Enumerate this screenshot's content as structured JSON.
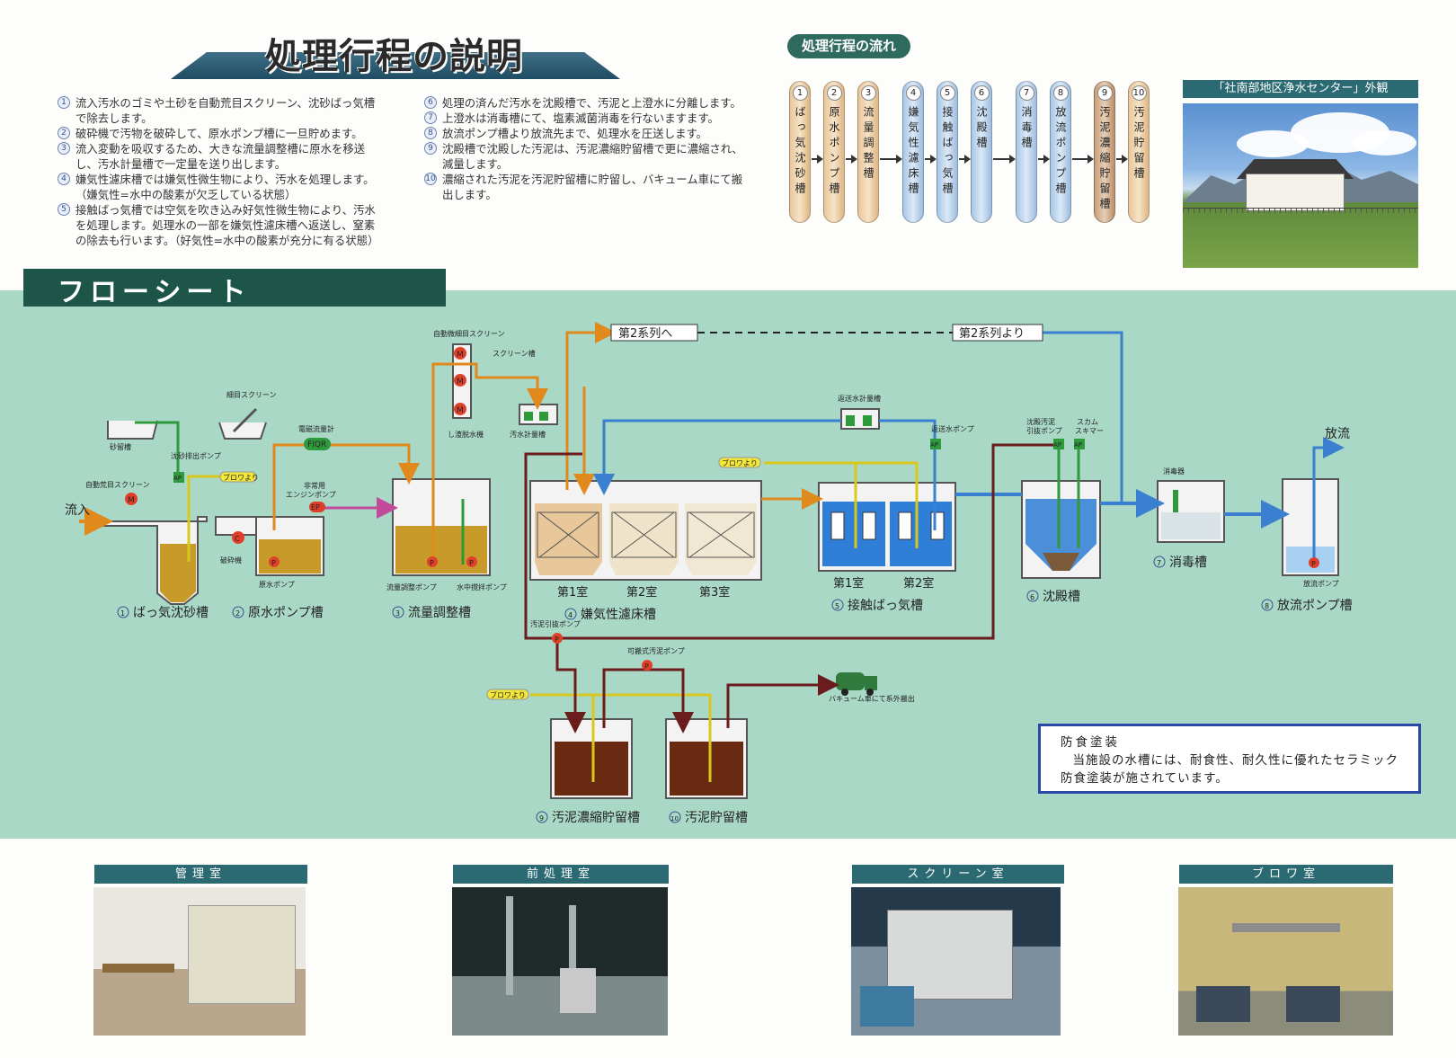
{
  "header": {
    "title": "処理行程の説明"
  },
  "explanation": {
    "left": [
      {
        "num": "1",
        "text": "流入汚水のゴミや土砂を自動荒目スクリーン、沈砂ばっ気槽で除去します。"
      },
      {
        "num": "2",
        "text": "破砕機で汚物を破砕して、原水ポンプ槽に一旦貯めます。"
      },
      {
        "num": "3",
        "text": "流入変動を吸収するため、大きな流量調整槽に原水を移送し、汚水計量槽で一定量を送り出します。"
      },
      {
        "num": "4",
        "text": "嫌気性濾床槽では嫌気性微生物により、汚水を処理します。（嫌気性=水中の酸素が欠乏している状態）"
      },
      {
        "num": "5",
        "text": "接触ばっ気槽では空気を吹き込み好気性微生物により、汚水を処理します。処理水の一部を嫌気性濾床槽へ返送し、窒素の除去も行います。（好気性=水中の酸素が充分に有る状態）"
      }
    ],
    "right": [
      {
        "num": "6",
        "text": "処理の済んだ汚水を沈殿槽で、汚泥と上澄水に分離します。"
      },
      {
        "num": "7",
        "text": "上澄水は消毒槽にて、塩素滅菌消毒を行ないますます。"
      },
      {
        "num": "8",
        "text": "放流ポンプ槽より放流先まで、処理水を圧送します。"
      },
      {
        "num": "9",
        "text": "沈殿槽で沈殿した汚泥は、汚泥濃縮貯留槽で更に濃縮され、減量します。"
      },
      {
        "num": "10",
        "text": "濃縮された汚泥を汚泥貯留槽に貯留し、バキューム車にて搬出します。"
      }
    ]
  },
  "process_flow": {
    "title": "処理行程の流れ",
    "steps": [
      {
        "num": "1",
        "label": "ばっ気沈砂槽"
      },
      {
        "num": "2",
        "label": "原水ポンプ槽"
      },
      {
        "num": "3",
        "label": "流量調整槽"
      },
      {
        "num": "4",
        "label": "嫌気性濾床槽"
      },
      {
        "num": "5",
        "label": "接触ばっ気槽"
      },
      {
        "num": "6",
        "label": "沈殿槽"
      },
      {
        "num": "7",
        "label": "消毒槽"
      },
      {
        "num": "8",
        "label": "放流ポンプ槽"
      },
      {
        "num": "9",
        "label": "汚泥濃縮貯留槽"
      },
      {
        "num": "10",
        "label": "汚泥貯留槽"
      }
    ]
  },
  "exterior": {
    "caption": "「社南部地区浄水センター」外観"
  },
  "flowsheet": {
    "title": "フローシート",
    "labels": {
      "inflow": "流入",
      "outflow": "放流",
      "to_series2": "第2系列へ",
      "from_series2": "第2系列より",
      "auto_fine_screen": "自動微細目スクリーン",
      "screen_tank": "スクリーン槽",
      "dewaterer": "し渣脱水機",
      "metering_tank": "汚水計量槽",
      "fine_screen": "細目スクリーン",
      "grit_tank": "砂留槽",
      "grit_pump": "沈砂排出ポンプ",
      "auto_coarse_screen": "自動荒目スクリーン",
      "from_blower": "ブロワより",
      "crusher": "破砕機",
      "raw_pump": "原水ポンプ",
      "flowmeter": "電磁流量計",
      "emergency_pump": "非常用エンジンポンプ",
      "emergency_pump_1": "非常用",
      "emergency_pump_2": "エンジンポンプ",
      "fiqr": "FIQR",
      "flow_adj_pump": "流量調整ポンプ",
      "mixer_pump": "水中撹拌ポンプ",
      "room1": "第1室",
      "room2": "第2室",
      "room3": "第3室",
      "return_meter": "返送水計量槽",
      "return_pump": "返送水ポンプ",
      "sludge_pump": "沈殿汚泥引抜ポンプ",
      "sludge_pump_1": "沈殿汚泥",
      "sludge_pump_2": "引抜ポンプ",
      "scum_skimmer": "スカムスキマー",
      "scum_skimmer_1": "スカム",
      "scum_skimmer_2": "スキマー",
      "disinfector": "消毒器",
      "discharge_pump": "放流ポンプ",
      "sludge_draw_pump": "汚泥引抜ポンプ",
      "portable_pump": "可搬式汚泥ポンプ",
      "vacuum_truck": "バキューム車にて系外搬出",
      "symbol_m": "M",
      "symbol_p": "P",
      "symbol_c": "C",
      "symbol_ep": "EP",
      "symbol_ap": "AP"
    },
    "tanks": [
      {
        "num": "1",
        "label": "ばっ気沈砂槽"
      },
      {
        "num": "2",
        "label": "原水ポンプ槽"
      },
      {
        "num": "3",
        "label": "流量調整槽"
      },
      {
        "num": "4",
        "label": "嫌気性濾床槽"
      },
      {
        "num": "5",
        "label": "接触ばっ気槽"
      },
      {
        "num": "6",
        "label": "沈殿槽"
      },
      {
        "num": "7",
        "label": "消毒槽"
      },
      {
        "num": "8",
        "label": "放流ポンプ槽"
      },
      {
        "num": "9",
        "label": "汚泥濃縮貯留槽"
      },
      {
        "num": "10",
        "label": "汚泥貯留槽"
      }
    ],
    "colors": {
      "raw_water": "#e08a1e",
      "treated_water": "#3a7fd0",
      "air": "#f2e63a",
      "sludge": "#6b1d1d",
      "returned": "#c14a9a",
      "scum": "#2f9a3c"
    }
  },
  "note": {
    "title": "防食塗装",
    "body": "当施設の水槽には、耐食性、耐久性に優れたセラミック防食塗装が施されています。"
  },
  "rooms": [
    {
      "label": "管理室"
    },
    {
      "label": "前処理室"
    },
    {
      "label": "スクリーン室"
    },
    {
      "label": "ブロワ室"
    }
  ]
}
